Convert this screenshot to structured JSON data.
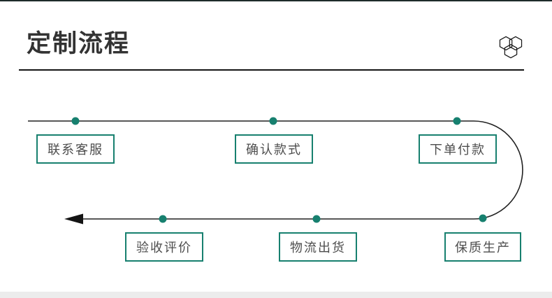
{
  "page": {
    "title": "定制流程",
    "colors": {
      "accent": "#17806f",
      "line": "#212121",
      "title_text": "#333333",
      "box_text": "#4d4d4d",
      "footer_bar": "#ececec"
    },
    "header_icon": "triple-hexagon"
  },
  "flow": {
    "direction": "top row left-to-right, loops down on right, bottom row right-to-left ending in left arrow",
    "steps": [
      {
        "label": "联系客服",
        "row": "top"
      },
      {
        "label": "确认款式",
        "row": "top"
      },
      {
        "label": "下单付款",
        "row": "top"
      },
      {
        "label": "保质生产",
        "row": "bottom"
      },
      {
        "label": "物流出货",
        "row": "bottom"
      },
      {
        "label": "验收评价",
        "row": "bottom"
      }
    ]
  }
}
